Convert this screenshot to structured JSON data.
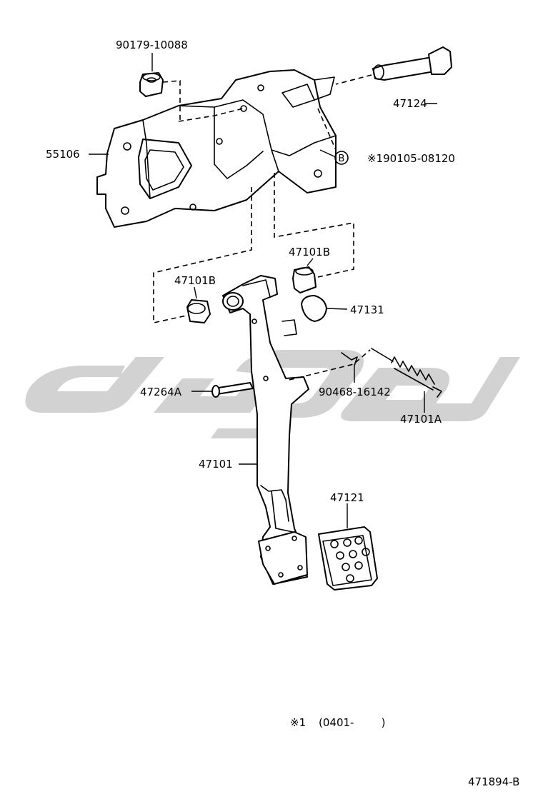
{
  "diagram": {
    "drawing_number": "471894-B",
    "footnote": {
      "marker": "※1",
      "range": "(0401-        )"
    },
    "callouts": [
      {
        "id": "bushing-top",
        "part_number": "90179-10088"
      },
      {
        "id": "bolt-top",
        "part_number": "47124"
      },
      {
        "id": "bracket",
        "part_number": "55106"
      },
      {
        "id": "bolt-b",
        "marker": "B",
        "part_number": "※190105-08120"
      },
      {
        "id": "bushing-right",
        "part_number": "47101B"
      },
      {
        "id": "bushing-left",
        "part_number": "47101B"
      },
      {
        "id": "cushion",
        "part_number": "47131"
      },
      {
        "id": "pin",
        "part_number": "47264A"
      },
      {
        "id": "clip",
        "part_number": "90468-16142"
      },
      {
        "id": "spring",
        "part_number": "47101A"
      },
      {
        "id": "pedal-arm",
        "part_number": "47101"
      },
      {
        "id": "pedal-pad",
        "part_number": "47121"
      }
    ]
  }
}
